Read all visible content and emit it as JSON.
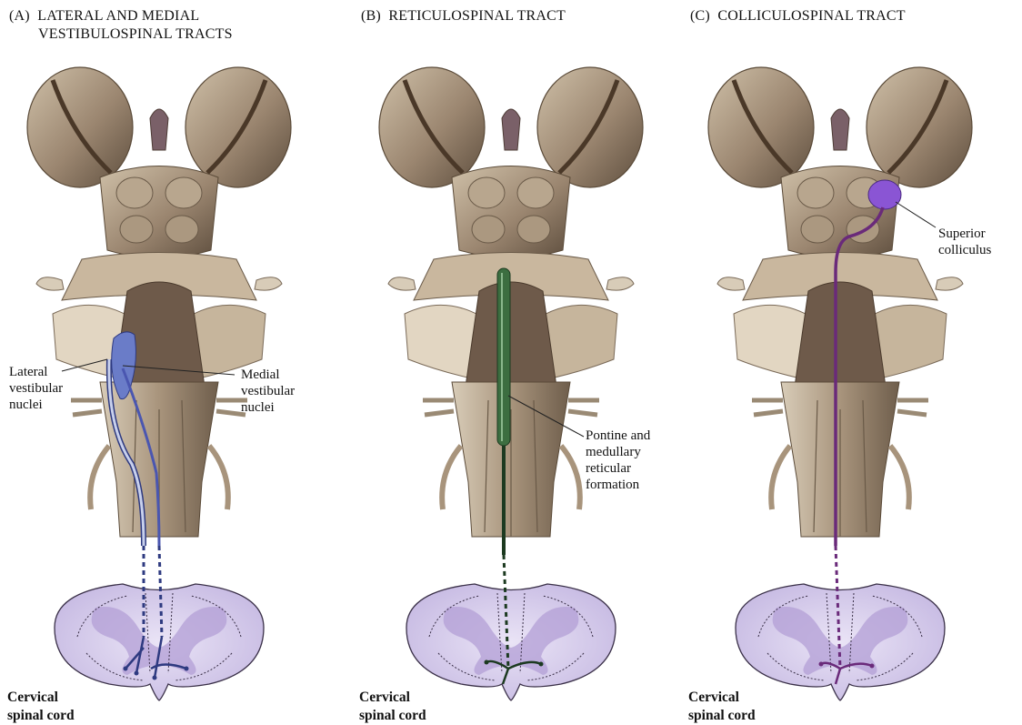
{
  "panels": [
    {
      "letter": "(A)",
      "title_line1": "LATERAL AND MEDIAL",
      "title_line2": "VESTIBULOSPINAL TRACTS",
      "labels": {
        "lateral": [
          "Lateral",
          "vestibular",
          "nuclei"
        ],
        "medial": [
          "Medial",
          "vestibular",
          "nuclei"
        ]
      },
      "cord_label": [
        "Cervical",
        "spinal cord"
      ]
    },
    {
      "letter": "(B)",
      "title_line1": "RETICULOSPINAL TRACT",
      "labels": {
        "reticular": [
          "Pontine and",
          "medullary",
          "reticular",
          "formation"
        ]
      },
      "cord_label": [
        "Cervical",
        "spinal cord"
      ]
    },
    {
      "letter": "(C)",
      "title_line1": "COLLICULOSPINAL TRACT",
      "labels": {
        "colliculus": [
          "Superior",
          "colliculus"
        ]
      },
      "cord_label": [
        "Cervical",
        "spinal cord"
      ]
    }
  ],
  "colors": {
    "vestibular_tract": "#4a56b0",
    "reticular_tract": "#2f5a32",
    "collicular_tract": "#8a3e94",
    "brainstem": "#9d8a72",
    "spinal_cord": "#d9d0ec"
  }
}
